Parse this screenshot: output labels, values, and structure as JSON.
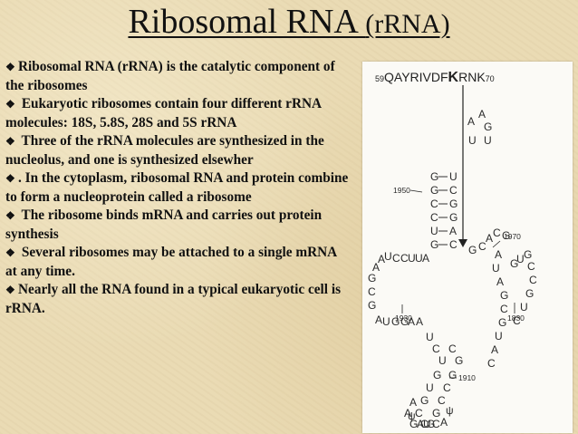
{
  "title": {
    "main": "Ribosomal RNA ",
    "paren": "(rRNA)"
  },
  "bullets": [
    {
      "icon": "diamond-arrow-bullet-icon",
      "text": "Ribosomal RNA (rRNA) is the catalytic component of the ribosomes"
    },
    {
      "icon": "diamond-arrow-bullet-icon",
      "text": " Eukaryotic ribosomes contain four different rRNA molecules: 18S, 5.8S, 28S and 5S rRNA"
    },
    {
      "icon": "diamond-arrow-bullet-icon",
      "text": " Three of the rRNA molecules are synthesized in the nucleolus, and one is synthesized elsewher"
    },
    {
      "icon": "diamond-arrow-bullet-icon",
      "text": ". In the cytoplasm, ribosomal RNA and protein combine to form a nucleoprotein called a ribosome"
    },
    {
      "icon": "diamond-arrow-bullet-icon",
      "text": " The ribosome binds mRNA and carries out protein synthesis"
    },
    {
      "icon": "diamond-arrow-bullet-icon",
      "text": " Several ribosomes may be attached to a single mRNA at any time."
    },
    {
      "icon": "diamond-arrow-bullet-icon",
      "text": "Nearly all the RNA found in a typical eukaryotic cell is rRNA."
    }
  ],
  "figure": {
    "sequence": {
      "start": "59",
      "residues": "QAYRIVDF",
      "highlight": "K",
      "rest": "RNK",
      "end": "70"
    },
    "positions": {
      "p1950": "1950",
      "p1970": "1970",
      "p1930": "1930",
      "p1830": "1830",
      "p1910": "1910"
    },
    "nucleotides": {
      "loop_top": [
        "A",
        "A",
        "G",
        "U",
        "U"
      ],
      "stem_left": [
        "G",
        "G",
        "C",
        "C",
        "U",
        "G"
      ],
      "stem_right": [
        "U",
        "C",
        "G",
        "G",
        "A",
        "C"
      ],
      "junction_g": "G",
      "cacg": [
        "C",
        "A",
        "C",
        "G",
        "A"
      ],
      "right_stem_a": [
        "U",
        "A",
        "G",
        "C",
        "G",
        "U",
        "A",
        "C"
      ],
      "right_stem_b": [
        "G",
        "U",
        "G",
        "C",
        "C",
        "G",
        "U",
        "C"
      ],
      "left_loop": [
        "A",
        "A",
        "U",
        "C",
        "C",
        "U",
        "U",
        "A",
        "G",
        "C",
        "G",
        "A",
        "U",
        "G",
        "G",
        "A",
        "A"
      ],
      "lower_stem_left": [
        "U",
        "C",
        "U",
        "G",
        "U",
        "G",
        "C",
        "G",
        "A"
      ],
      "lower_stem_right": [
        "C",
        "G",
        "G",
        "C",
        "C",
        "G",
        "G",
        "C"
      ],
      "bottom": [
        "A",
        "ψ",
        "A",
        "U",
        "C",
        "A",
        "ψ"
      ]
    }
  }
}
